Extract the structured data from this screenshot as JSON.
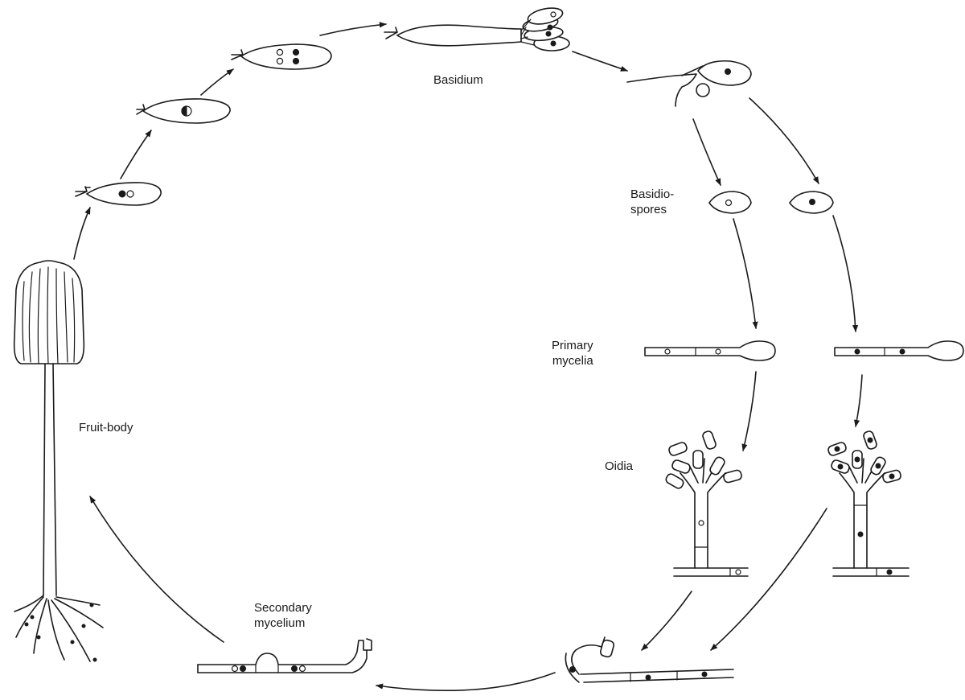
{
  "labels": {
    "basidium": "Basidium",
    "basidiospores": [
      "Basidio-",
      "spores"
    ],
    "primary_mycelia": [
      "Primary",
      "mycelia"
    ],
    "oidia": "Oidia",
    "fruit_body": "Fruit-body",
    "secondary_mycelium": [
      "Secondary",
      "mycelium"
    ]
  },
  "colors": {
    "ink": "#1a1a1a",
    "background": "#ffffff"
  }
}
